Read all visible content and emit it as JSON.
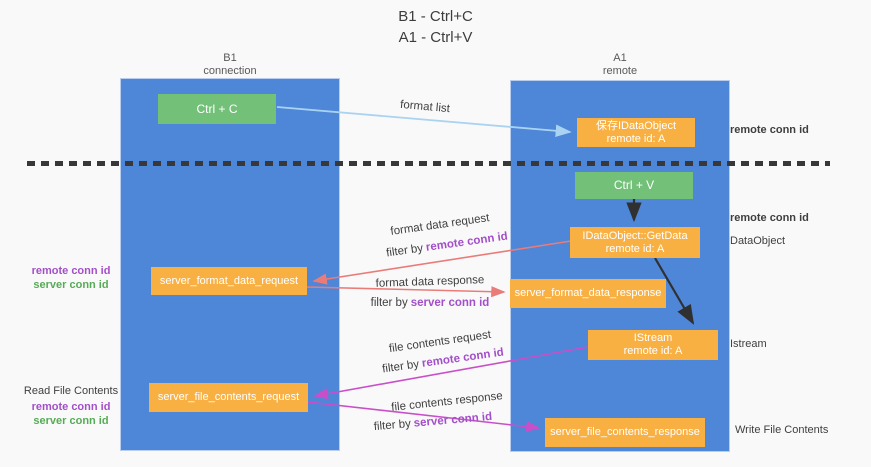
{
  "title": {
    "line1": "B1 - Ctrl+C",
    "line2": "A1 - Ctrl+V"
  },
  "columns": {
    "left": {
      "name": "B1",
      "role": "connection"
    },
    "right": {
      "name": "A1",
      "role": "remote"
    }
  },
  "boxes": {
    "ctrl_c": "Ctrl + C",
    "ctrl_v": "Ctrl + V",
    "save_idataobject": {
      "line1": "保存IDataObject",
      "line2": "remote id: A"
    },
    "getdata": {
      "line1": "IDataObject::GetData",
      "line2": "remote id: A"
    },
    "istream": {
      "line1": "IStream",
      "line2": "remote id: A"
    },
    "server_format_data_request": "server_format_data_request",
    "server_format_data_response": "server_format_data_response",
    "server_file_contents_request": "server_file_contents_request",
    "server_file_contents_response": "server_file_contents_response"
  },
  "arrow_labels": {
    "format_list": "format list",
    "format_data_request": "format data request",
    "format_data_response": "format data response",
    "file_contents_request": "file contents request",
    "file_contents_response": "file contents response",
    "filter_by": "filter by",
    "remote_conn_id": "remote conn id",
    "server_conn_id": "server conn id"
  },
  "side_labels": {
    "remote_conn_id": "remote conn id",
    "server_conn_id": "server conn id",
    "dataobject": "DataObject",
    "istream": "Istream",
    "read_file_contents": "Read File Contents",
    "write_file_contents": "Write File Contents"
  },
  "colors": {
    "column_blue": "#4e86d8",
    "box_green": "#73c078",
    "box_orange": "#f9b043",
    "arrow_light_blue": "#aad3f2",
    "arrow_red": "#e97c79",
    "arrow_magenta": "#c94fc9",
    "arrow_black": "#303030",
    "text_purple": "#a34fc9",
    "text_green": "#57ab57"
  }
}
